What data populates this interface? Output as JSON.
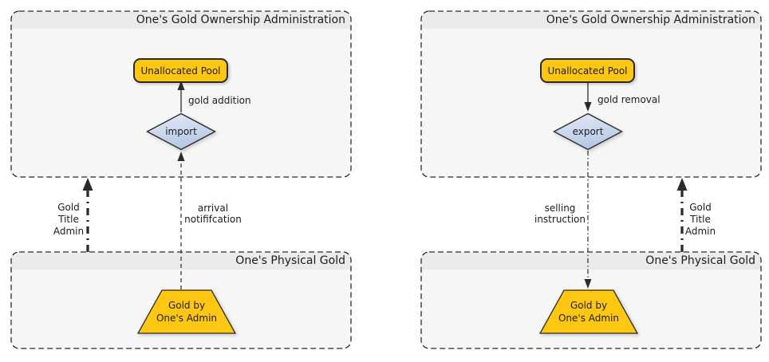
{
  "colors": {
    "canvas-bg": "#ffffff",
    "panel-bg": "#f6f6f6",
    "panel-head": "#ebebeb",
    "panel-border": "#2b2b2b",
    "gold": "#ffc711",
    "node-border": "#2b2b2b",
    "diamond-light": "#e4ebf7",
    "diamond-dark": "#b6c7e3",
    "line": "#2b2b2b",
    "text": "#1c1c1c"
  },
  "left": {
    "admin_title": "One's Gold Ownership Administration",
    "physical_title": "One's Physical Gold",
    "pool_label": "Unallocated Pool",
    "gate_label": "import",
    "flow_label": "gold addition",
    "notification_lines": [
      "arrival",
      "notififcation"
    ],
    "title_transfer_lines": [
      "Gold",
      "Title",
      "Admin"
    ],
    "gold_node_lines": [
      "Gold by",
      "One's Admin"
    ]
  },
  "right": {
    "admin_title": "One's Gold Ownership Administration",
    "physical_title": "One's Physical Gold",
    "pool_label": "Unallocated Pool",
    "gate_label": "export",
    "flow_label": "gold removal",
    "instruction_lines": [
      "selling",
      "instruction"
    ],
    "title_transfer_lines": [
      "Gold",
      "Title",
      "Admin"
    ],
    "gold_node_lines": [
      "Gold by",
      "One's Admin"
    ]
  }
}
